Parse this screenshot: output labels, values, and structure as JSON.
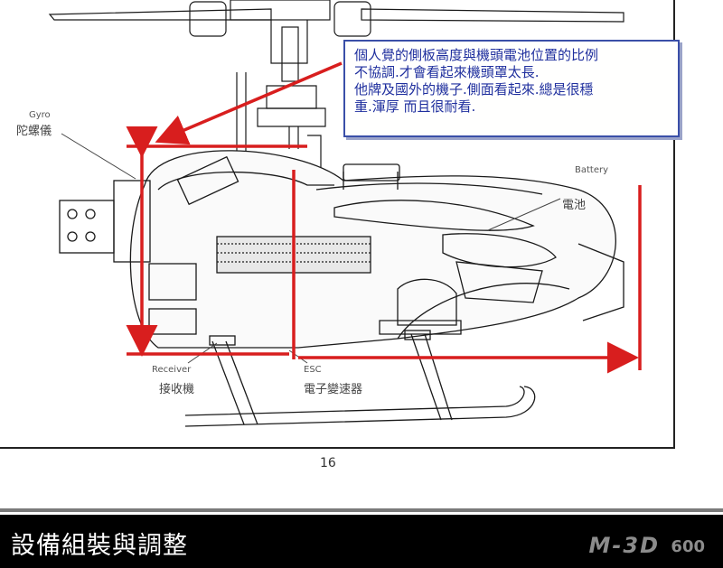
{
  "note": {
    "lines": [
      "個人覺的側板高度與機頭電池位置的比例",
      "不協調.才會看起來機頭罩太長.",
      "他牌及國外的機子.側面看起來.總是很穩",
      "重.渾厚  而且很耐看."
    ]
  },
  "labels": {
    "gyro_en": "Gyro",
    "gyro_zh": "陀螺儀",
    "battery_en": "Battery",
    "battery_zh": "電池",
    "receiver_en": "Receiver",
    "receiver_zh": "接收機",
    "esc_en": "ESC",
    "esc_zh": "電子變速器"
  },
  "page_number": "16",
  "footer": {
    "title": "設備組裝與調整",
    "brand": "M-3D",
    "model": "600"
  },
  "colors": {
    "annotation_red": "#d81e1e",
    "note_blue": "#1f2f9e",
    "line_art": "#1a1a1a",
    "footer_bg": "#000000"
  }
}
